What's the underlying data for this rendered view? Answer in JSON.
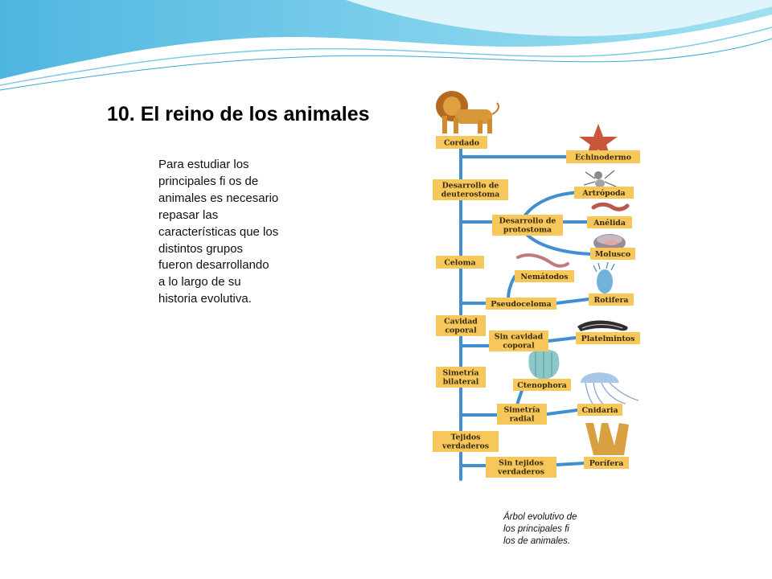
{
  "slide": {
    "title": "10. El reino de los animales",
    "body_lines": [
      "Para estudiar los",
      "principales fi os de",
      "animales es necesario",
      "repasar las",
      "características que los",
      "distintos grupos",
      "fueron desarrollando",
      "a lo largo de su",
      "historia evolutiva."
    ],
    "caption_lines": [
      "Árbol evolutivo de",
      "los principales fi",
      "los de animales."
    ]
  },
  "tree": {
    "colors": {
      "branch": "#3f8fd2",
      "label_fill": "#f6c75a",
      "label_text": "#3a2a10"
    },
    "nodes": {
      "cordado": "Cordado",
      "echinodermo": "Echinodermo",
      "desarrollo_deuterostoma": [
        "Desarrollo de",
        "deuterostoma"
      ],
      "artropoda": "Artrópoda",
      "desarrollo_protostoma": [
        "Desarrollo de",
        "protostoma"
      ],
      "anelida": "Anélida",
      "molusco": "Molusco",
      "celoma": "Celoma",
      "nematodos": "Nemátodos",
      "pseudoceloma": "Pseudoceloma",
      "rotifera": "Rotifera",
      "cavidad_coporal": [
        "Cavidad",
        "coporal"
      ],
      "sin_cavidad_coporal": [
        "Sin cavidad",
        "coporal"
      ],
      "platelmintos": "Platelmintos",
      "simetria_bilateral": [
        "Simetría",
        "bilateral"
      ],
      "ctenophora": "Ctenophora",
      "simetria_radial": [
        "Simetría",
        "radial"
      ],
      "cnidaria": "Cnidaria",
      "tejidos_verdaderos": [
        "Tejidos",
        "verdaderos"
      ],
      "sin_tejidos_verdaderos": [
        "Sin tejidos",
        "verdaderos"
      ],
      "porifera": "Porífera"
    },
    "illustrations": [
      "lion-icon",
      "starfish-icon",
      "spider-icon",
      "worm-icon",
      "clam-icon",
      "nematode-icon",
      "rotifer-icon",
      "flatworm-icon",
      "ctenophore-icon",
      "jellyfish-icon",
      "sponge-icon"
    ]
  }
}
